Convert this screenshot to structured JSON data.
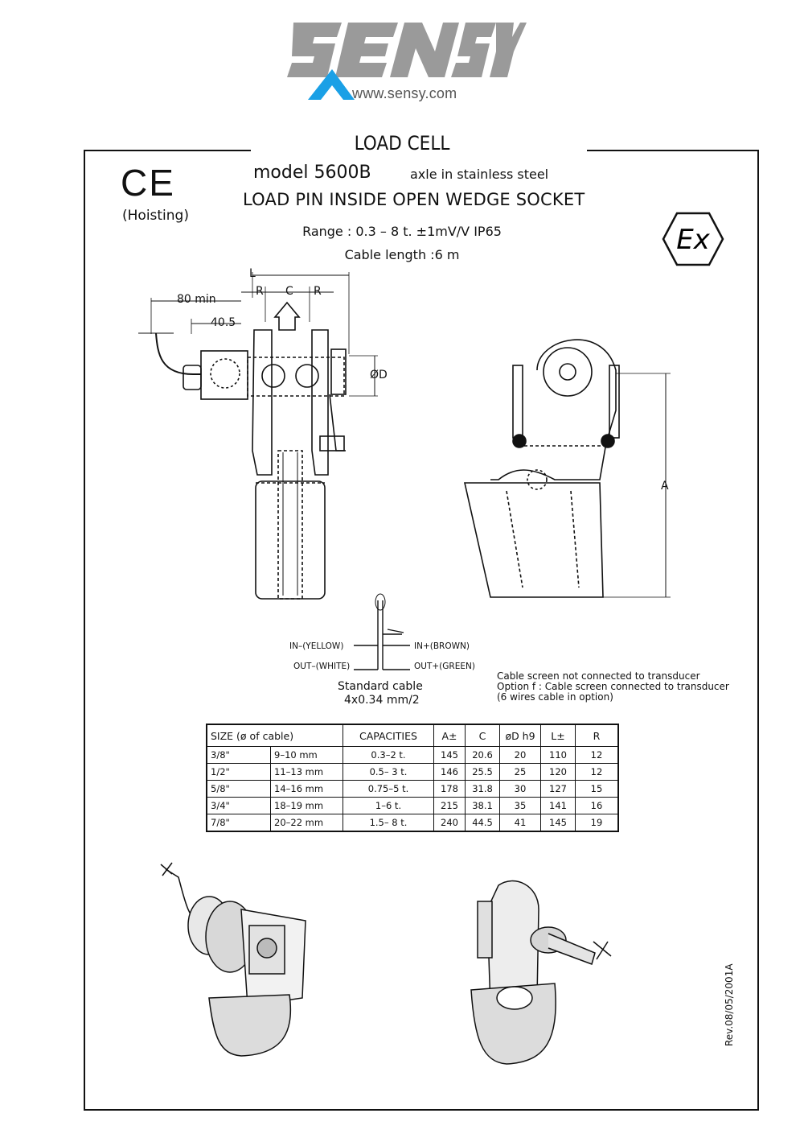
{
  "logo": {
    "brand": "SENSY",
    "url": "www.sensy.com"
  },
  "title": "LOAD CELL",
  "ce": {
    "mark": "CE",
    "subtitle": "(Hoisting)"
  },
  "model": {
    "label": "model 5600B",
    "material": "axle in stainless steel"
  },
  "headline": "LOAD PIN INSIDE OPEN WEDGE SOCKET",
  "specs": {
    "range": "Range : 0.3 – 8 t. ±1mV/V IP65",
    "cable": "Cable length :6 m"
  },
  "ex_mark": "Ex",
  "dimensions": {
    "L": "L",
    "R": "R",
    "C": "C",
    "min80": "80 min",
    "d40": "40.5",
    "D": "ØD",
    "A": "A"
  },
  "wiring": {
    "in_minus": "IN–(YELLOW)",
    "in_plus": "IN+(BROWN)",
    "out_minus": "OUT–(WHITE)",
    "out_plus": "OUT+(GREEN)",
    "cable_title": "Standard cable",
    "cable_spec": "4x0.34 mm/2"
  },
  "notes": [
    "Cable screen not connected to transducer",
    "Option f : Cable screen connected to transducer",
    "(6 wires cable in option)"
  ],
  "table": {
    "headers": [
      "SIZE (ø of cable)",
      "CAPACITIES",
      "A±",
      "C",
      "øD h9",
      "L±",
      "R"
    ],
    "rows": [
      [
        "3/8\"",
        "9–10 mm",
        "0.3–2 t.",
        "145",
        "20.6",
        "20",
        "110",
        "12"
      ],
      [
        "1/2\"",
        "11–13 mm",
        "0.5– 3 t.",
        "146",
        "25.5",
        "25",
        "120",
        "12"
      ],
      [
        "5/8\"",
        "14–16 mm",
        "0.75–5 t.",
        "178",
        "31.8",
        "30",
        "127",
        "15"
      ],
      [
        "3/4\"",
        "18–19 mm",
        "1–6 t.",
        "215",
        "38.1",
        "35",
        "141",
        "16"
      ],
      [
        "7/8\"",
        "20–22 mm",
        "1.5– 8 t.",
        "240",
        "44.5",
        "41",
        "145",
        "19"
      ]
    ]
  },
  "revision": "Rev.08/05/2001A"
}
